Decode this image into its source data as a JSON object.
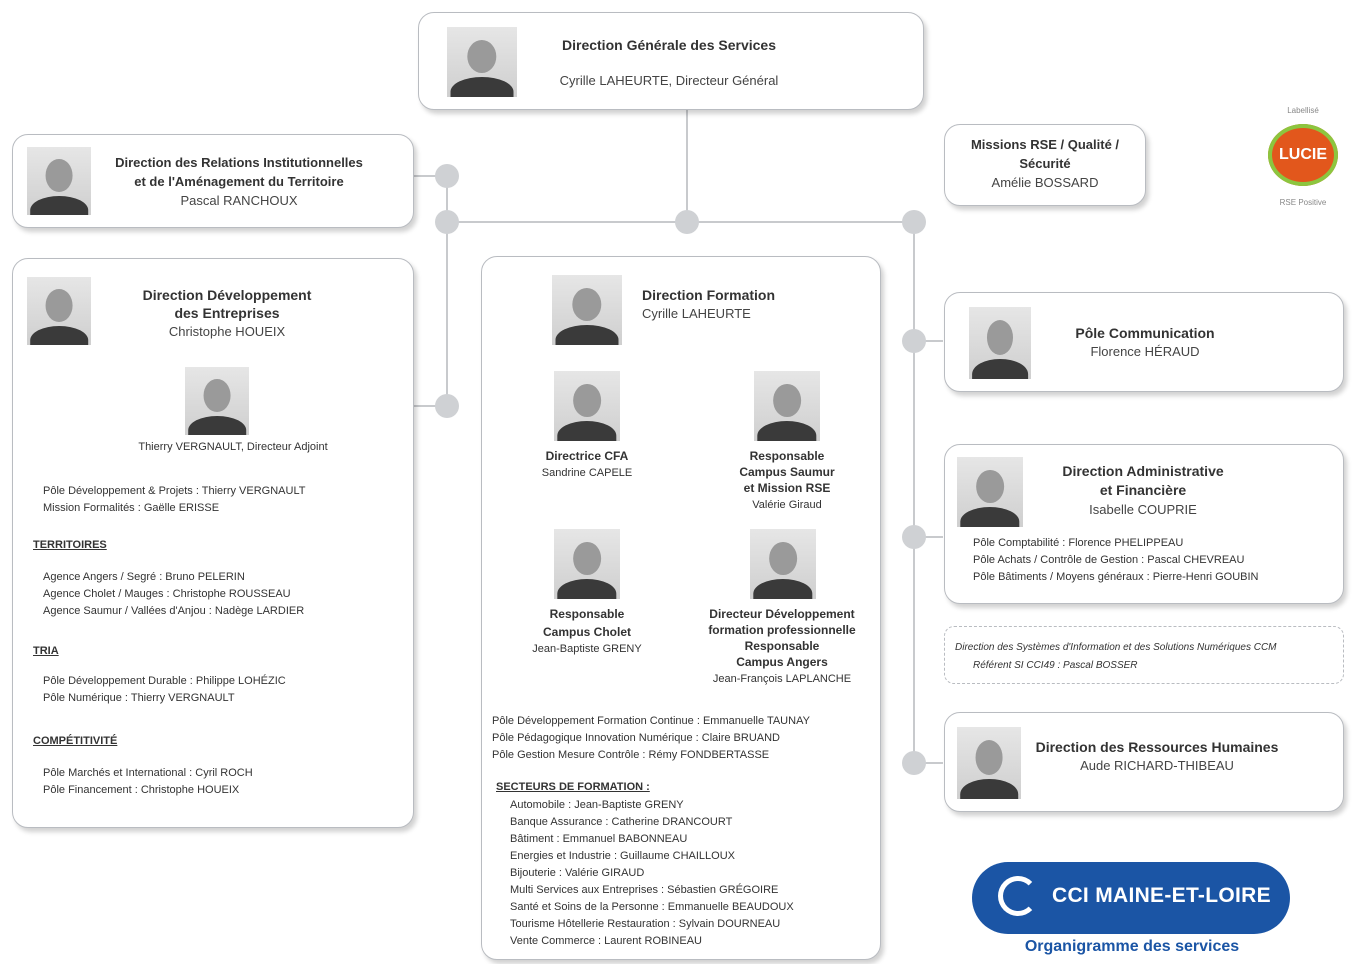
{
  "colors": {
    "accent": "#1b55a5",
    "lucie_orange": "#e2571c",
    "lucie_green": "#8cc63f",
    "border": "#b9bcc1"
  },
  "dgs": {
    "title": "Direction Générale des Services",
    "name": "Cyrille LAHEURTE, Directeur Général"
  },
  "relations": {
    "title1": "Direction des Relations Institutionnelles",
    "title2": "et de l'Aménagement du Territoire",
    "name": "Pascal RANCHOUX"
  },
  "rse": {
    "title1": "Missions RSE / Qualité /",
    "title2": "Sécurité",
    "name": "Amélie BOSSARD"
  },
  "lucie": {
    "top_label": "Labellisé",
    "logo_text": "LUCIE",
    "bottom_label": "RSE Positive"
  },
  "dev": {
    "title1": "Direction Développement",
    "title2": "des Entreprises",
    "name": "Christophe HOUEIX",
    "deputy": "Thierry VERGNAULT, Directeur Adjoint",
    "lines1": [
      "Pôle Développement & Projets : Thierry VERGNAULT",
      "Mission Formalités : Gaëlle ERISSE"
    ],
    "h_territoires": "TERRITOIRES",
    "territoires": [
      "Agence Angers / Segré : Bruno PELERIN",
      "Agence Cholet / Mauges : Christophe ROUSSEAU",
      "Agence Saumur / Vallées d'Anjou : Nadège LARDIER"
    ],
    "h_tria": "TRIA",
    "tria": [
      "Pôle Développement Durable : Philippe LOHÉZIC",
      "Pôle Numérique : Thierry VERGNAULT"
    ],
    "h_comp": "COMPÉTITIVITÉ",
    "comp": [
      "Pôle Marchés et International : Cyril ROCH",
      "Pôle Financement : Christophe HOUEIX"
    ]
  },
  "formation": {
    "title": "Direction Formation",
    "name": "Cyrille LAHEURTE",
    "cfa_title": "Directrice CFA",
    "cfa_name": "Sandrine CAPELE",
    "saumur_t1": "Responsable",
    "saumur_t2": "Campus Saumur",
    "saumur_t3": "et Mission RSE",
    "saumur_name": "Valérie Giraud",
    "cholet_t1": "Responsable",
    "cholet_t2": "Campus Cholet",
    "cholet_name": "Jean-Baptiste GRENY",
    "angers_t1": "Directeur Développement",
    "angers_t2": "formation professionnelle",
    "angers_t3": "Responsable",
    "angers_t4": "Campus Angers",
    "angers_name": "Jean-François LAPLANCHE",
    "poles": [
      "Pôle Développement Formation Continue : Emmanuelle TAUNAY",
      "Pôle Pédagogique Innovation Numérique : Claire BRUAND",
      "Pôle Gestion Mesure Contrôle : Rémy FONDBERTASSE"
    ],
    "h_secteurs": "SECTEURS DE FORMATION :",
    "secteurs": [
      "Automobile : Jean-Baptiste GRENY",
      "Banque Assurance : Catherine DRANCOURT",
      "Bâtiment : Emmanuel BABONNEAU",
      "Energies et Industrie : Guillaume CHAILLOUX",
      "Bijouterie : Valérie GIRAUD",
      "Multi Services aux Entreprises : Sébastien GRÉGOIRE",
      "Santé et Soins de la Personne : Emmanuelle BEAUDOUX",
      "Tourisme Hôtellerie Restauration : Sylvain DOURNEAU",
      "Vente Commerce : Laurent ROBINEAU"
    ]
  },
  "comm": {
    "title": "Pôle Communication",
    "name": "Florence HÉRAUD"
  },
  "daf": {
    "title1": "Direction Administrative",
    "title2": "et Financière",
    "name": "Isabelle COUPRIE",
    "lines": [
      "Pôle Comptabilité : Florence PHELIPPEAU",
      "Pôle Achats / Contrôle de Gestion : Pascal CHEVREAU",
      "Pôle Bâtiments / Moyens généraux : Pierre-Henri GOUBIN"
    ]
  },
  "dsi": {
    "line1": "Direction des Systèmes d'Information et des Solutions Numériques CCM",
    "line2": "Référent SI CCI49 : Pascal BOSSER"
  },
  "drh": {
    "title": "Direction des Ressources Humaines",
    "name": "Aude RICHARD-THIBEAU"
  },
  "brand": {
    "logo": "CCI MAINE-ET-LOIRE",
    "caption": "Organigramme des services"
  }
}
